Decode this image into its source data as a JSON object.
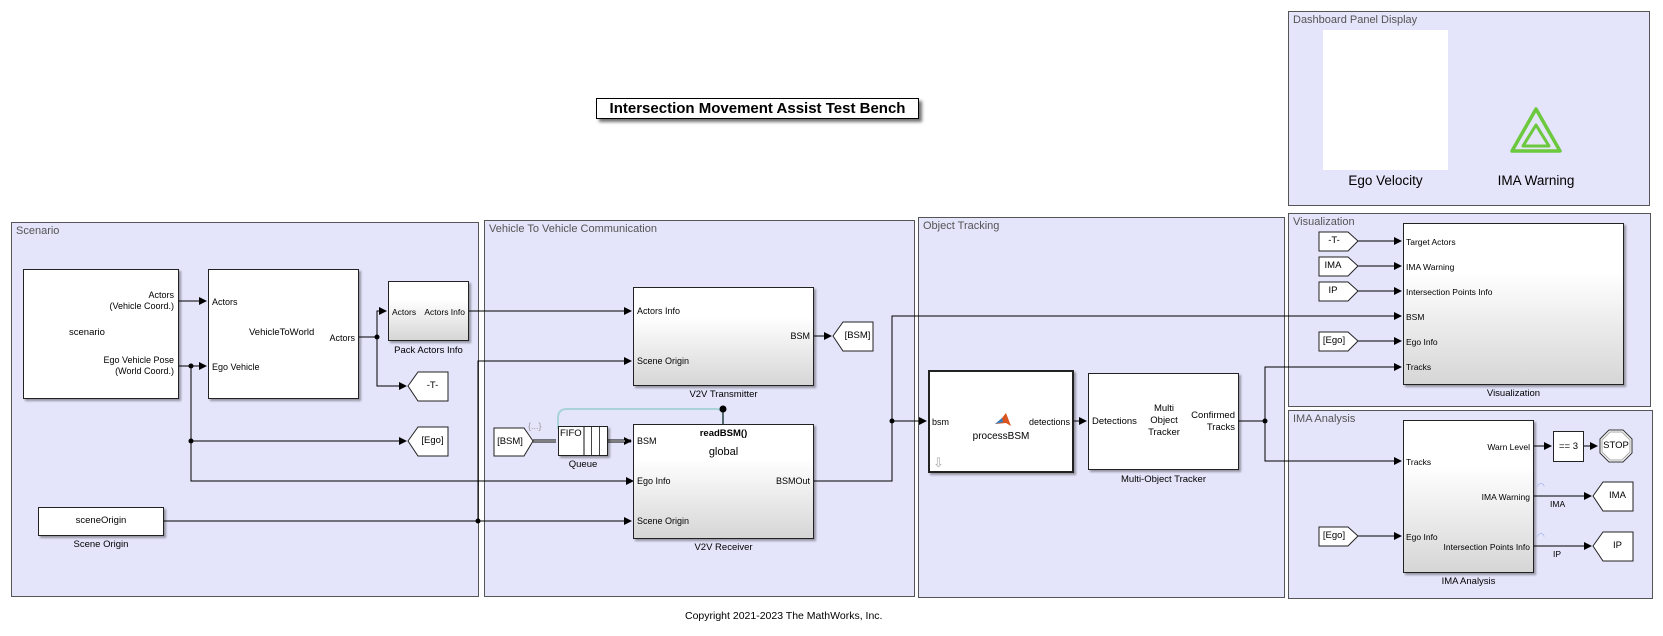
{
  "title": "Intersection Movement Assist Test Bench",
  "copyright": "Copyright 2021-2023 The MathWorks, Inc.",
  "areas": {
    "scenario": "Scenario",
    "v2v": "Vehicle To Vehicle Communication",
    "tracking": "Object Tracking",
    "dashboard": "Dashboard Panel Display",
    "visualization": "Visualization",
    "ima": "IMA Analysis"
  },
  "scenario_block": {
    "center": "scenario",
    "out1a": "Actors",
    "out1b": "(Vehicle Coord.)",
    "out2a": "Ego Vehicle Pose",
    "out2b": "(World Coord.)"
  },
  "v2w_block": {
    "center": "VehicleToWorld",
    "in1": "Actors",
    "in2": "Ego Vehicle",
    "out1": "Actors"
  },
  "pack_block": {
    "in1": "Actors",
    "out1": "Actors Info",
    "name": "Pack Actors Info"
  },
  "goto_t": "-T-",
  "goto_ego": "[Ego]",
  "scene_origin_block": {
    "center": "sceneOrigin",
    "name": "Scene Origin"
  },
  "tx_block": {
    "in1": "Actors Info",
    "in2": "Scene Origin",
    "out1": "BSM",
    "name": "V2V Transmitter"
  },
  "goto_bsm": "[BSM]",
  "from_bsm": "[BSM]",
  "from_bsm_badge": "{...}",
  "queue_block": {
    "text": "FIFO",
    "name": "Queue"
  },
  "rx_block": {
    "func": "readBSM()",
    "scope": "global",
    "in1": "BSM",
    "in2": "Ego Info",
    "in3": "Scene Origin",
    "out1": "BSMOut",
    "name": "V2V Receiver"
  },
  "process_block": {
    "in1": "bsm",
    "out1": "detections",
    "center": "processBSM"
  },
  "tracker_block": {
    "in1": "Detections",
    "center": [
      "Multi",
      "Object",
      "Tracker"
    ],
    "out1a": "Confirmed",
    "out1b": "Tracks",
    "name": "Multi-Object Tracker"
  },
  "dashboard": {
    "velocity_label": "Ego Velocity",
    "warning_label": "IMA Warning",
    "warning_color": "#6cc83c"
  },
  "viz_block": {
    "from_t": "-T-",
    "from_ima": "IMA",
    "from_ip": "IP",
    "from_ego": "[Ego]",
    "inputs": [
      "Target Actors",
      "IMA Warning",
      "Intersection Points Info",
      "BSM",
      "Ego Info",
      "Tracks"
    ],
    "name": "Visualization"
  },
  "ima_block": {
    "in1": "Tracks",
    "in2": "Ego Info",
    "out1": "Warn Level",
    "out2": "IMA Warning",
    "out3": "Intersection Points Info",
    "name": "IMA Analysis",
    "from_ego": "[Ego]",
    "compare": "== 3",
    "stop": "STOP",
    "sig_ima": "IMA",
    "sig_ip": "IP",
    "goto_ima": "IMA",
    "goto_ip": "IP"
  }
}
